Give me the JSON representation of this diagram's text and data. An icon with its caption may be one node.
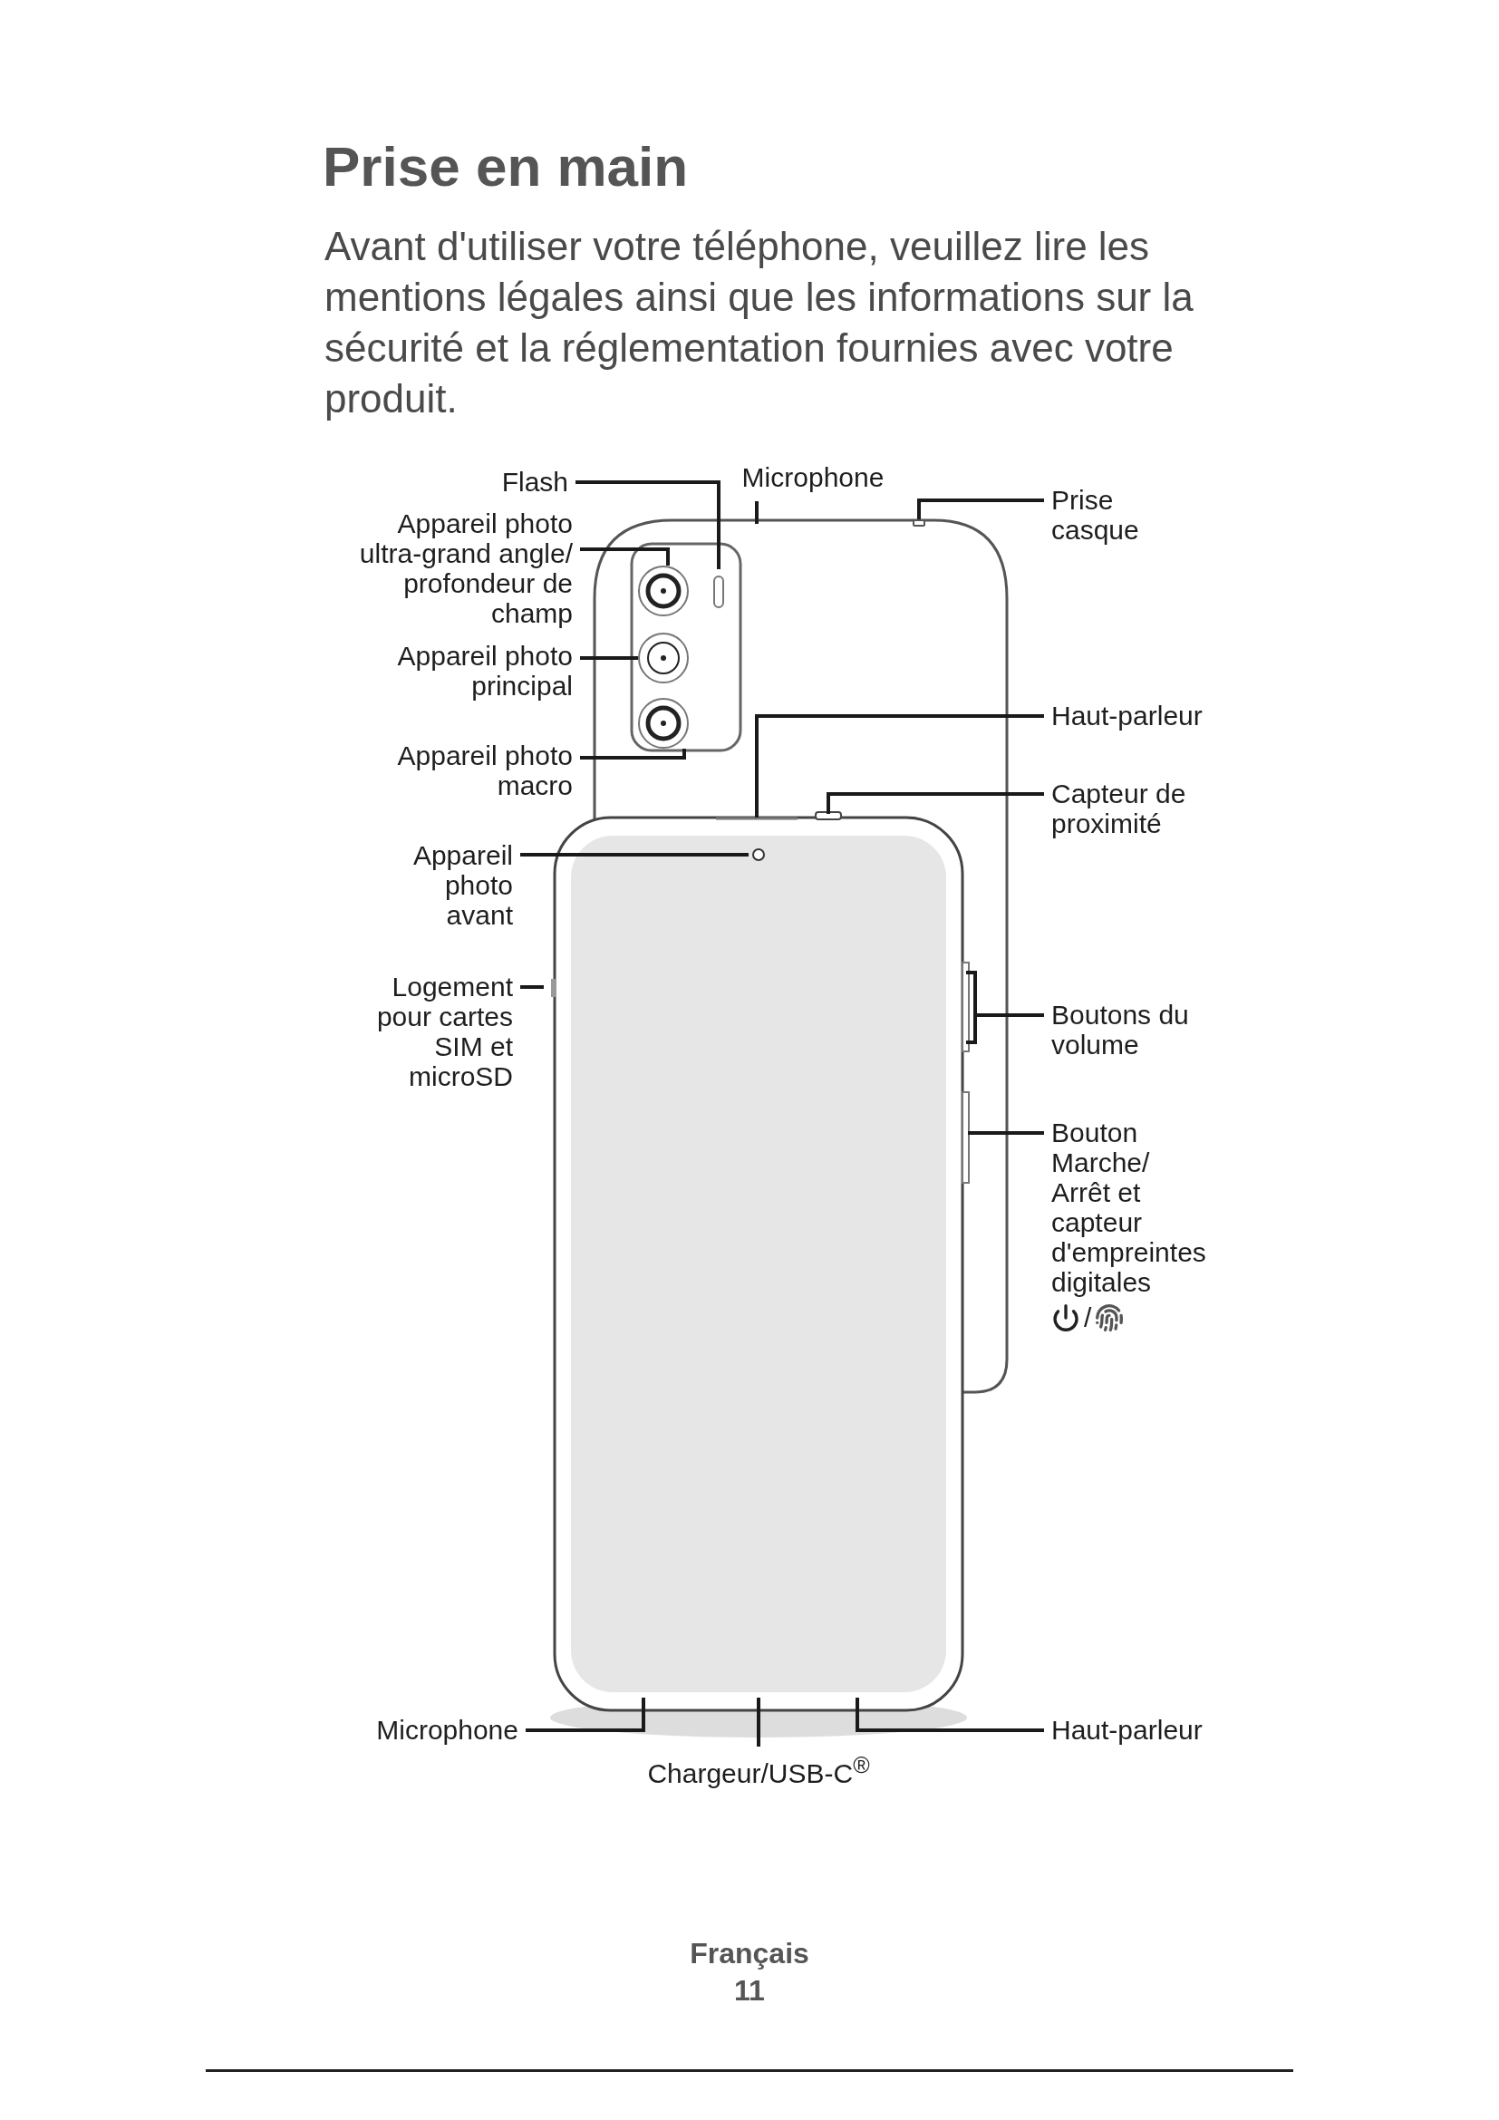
{
  "diagram": {
    "title": "Prise en main",
    "nodes": [
      {
        "text": [
          "Flash"
        ]
      },
      {
        "text": [
          "Microphone"
        ]
      },
      {
        "text": [
          "Prise casque"
        ]
      },
      {
        "text": [
          "Appareil photo ultra-grand angle/ profondeur de champ"
        ]
      },
      {
        "text": [
          "Appareil photo principal"
        ]
      },
      {
        "text": [
          "Haut-parleur"
        ]
      },
      {
        "text": [
          "Appareil photo macro"
        ]
      },
      {
        "text": [
          "Capteur de proximité"
        ]
      },
      {
        "text": [
          "Appareil photo avant"
        ]
      },
      {
        "text": [
          "Logement pour cartes SIM et microSD"
        ]
      },
      {
        "text": [
          "Boutons du volume"
        ]
      },
      {
        "text": [
          "Bouton Marche/ Arrêt et capteur d'empreintes digitales",
          "/"
        ]
      },
      {
        "text": [
          "Microphone"
        ]
      },
      {
        "text": [
          "Haut-parleur"
        ]
      },
      {
        "text": [
          "Chargeur/USB-C$^{®}$"
        ]
      },
      {
        "text": [],
        "shape": "box"
      }
    ],
    "edges": [
      {
        "from": 0,
        "to": null,
        "arrow": "none"
      },
      {
        "from": 1,
        "to": null,
        "arrow": "none"
      },
      {
        "from": 2,
        "to": 15,
        "arrow": "none"
      },
      {
        "from": 3,
        "to": null,
        "arrow": "none"
      },
      {
        "from": 4,
        "to": null,
        "arrow": "none"
      },
      {
        "from": 5,
        "to": null,
        "arrow": "none"
      },
      {
        "from": 6,
        "to": null,
        "arrow": "none"
      },
      {
        "from": 7,
        "to": null,
        "arrow": "none"
      },
      {
        "from": 8,
        "to": null,
        "arrow": "none"
      },
      {
        "from": 9,
        "to": null,
        "arrow": "none"
      },
      {
        "from": 10,
        "to": null,
        "arrow": "none"
      },
      {
        "from": 11,
        "to": null,
        "arrow": "none"
      },
      {
        "from": 12,
        "to": null,
        "arrow": "none"
      },
      {
        "from": 13,
        "to": null,
        "arrow": "none"
      },
      {
        "from": 14,
        "to": null,
        "arrow": "none"
      }
    ],
    "labels": [
      "Avant d'utiliser votre téléphone, veuillez lire les mentions légales ainsi que les informations sur la sécurité et la réglementation fournies avec votre produit.",
      "Français",
      "11"
    ]
  }
}
